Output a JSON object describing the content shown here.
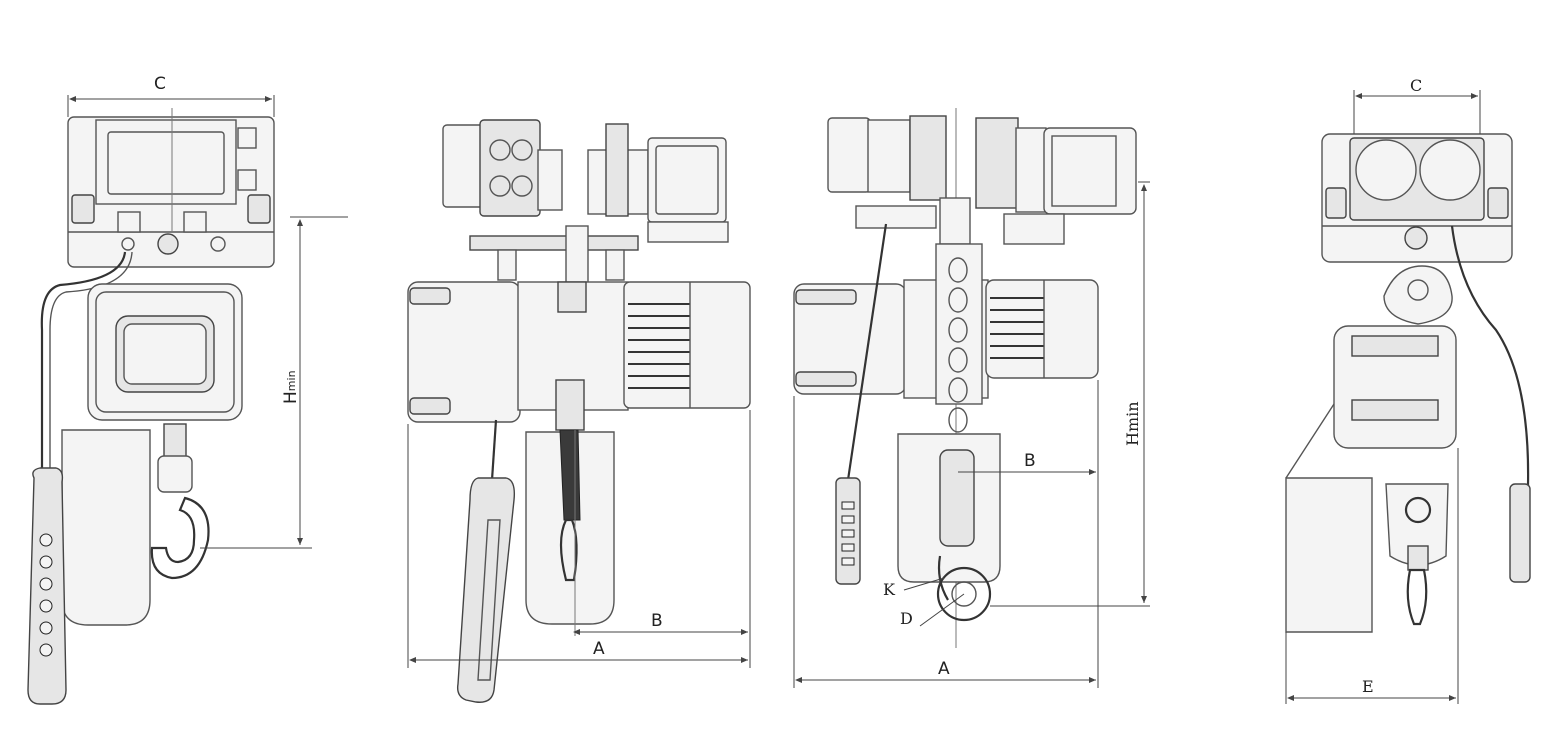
{
  "views": {
    "view1": {
      "label_c": "C",
      "label_h": "H",
      "label_h_sub": "min"
    },
    "view2": {
      "label_a": "A",
      "label_b": "B"
    },
    "view3": {
      "label_a": "A",
      "label_b": "B",
      "label_hmin": "Hmin",
      "label_k": "K",
      "label_d": "D"
    },
    "view4": {
      "label_c": "C",
      "label_e": "E"
    }
  }
}
